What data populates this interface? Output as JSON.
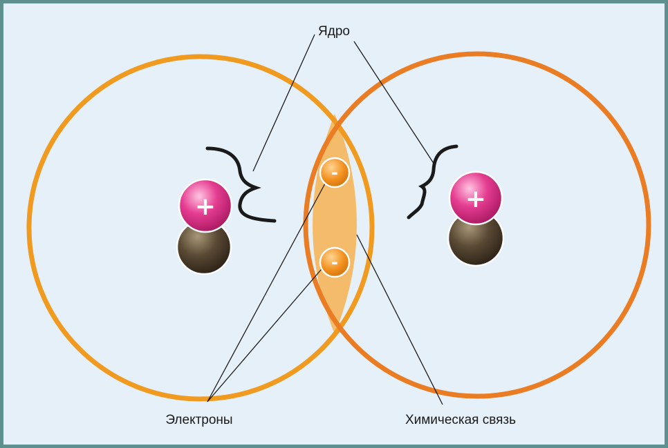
{
  "labels": {
    "nucleus": "Ядро",
    "electrons": "Электроны",
    "chemical_bond": "Химическая связь"
  },
  "signs": {
    "proton": "+",
    "electron": "-"
  },
  "colors": {
    "background": "#e6f0f8",
    "border": "#5f9090",
    "left_orbit": "#f09a20",
    "right_orbit": "#ea7d24",
    "overlap_fill": "#f4bc6a",
    "proton": "#e0338a",
    "neutron": "#4a3c2a",
    "electron": "#f2901e"
  }
}
